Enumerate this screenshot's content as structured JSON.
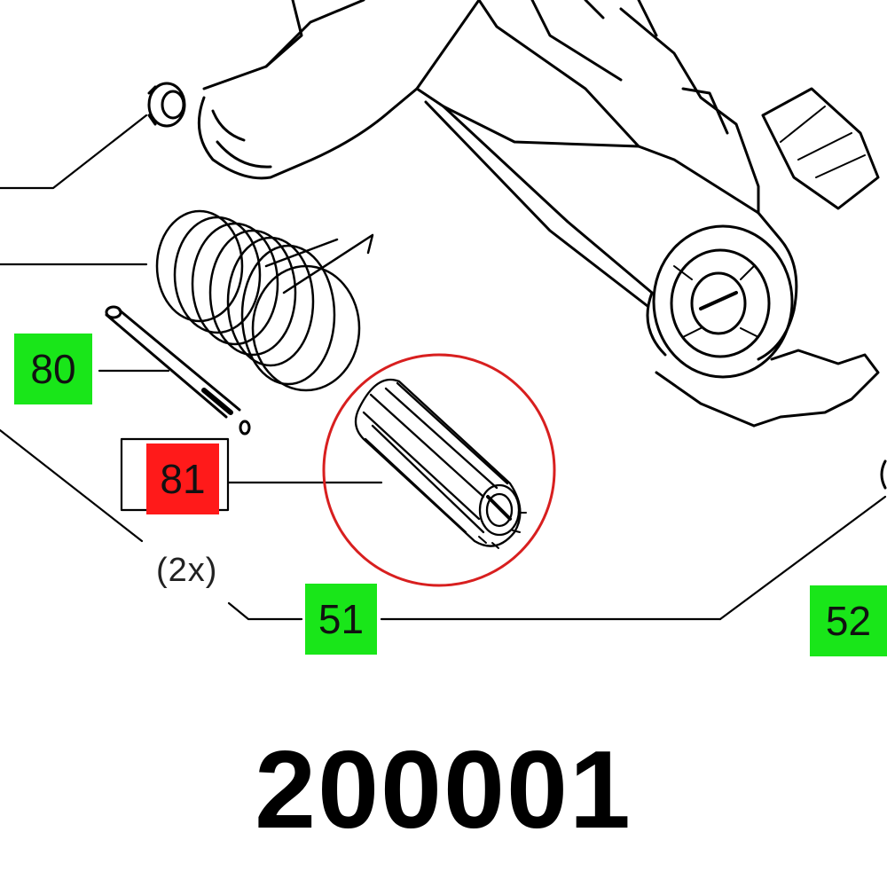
{
  "callouts": {
    "c80": {
      "text": "80",
      "color": "#19e619"
    },
    "c81": {
      "text": "81",
      "color": "#ff1a1a"
    },
    "c51": {
      "text": "51",
      "color": "#19e619"
    },
    "c52": {
      "text": "52",
      "color": "#19e619"
    }
  },
  "quantity_note": "(2x)",
  "part_number": "200001",
  "highlight_color": "#d81f1f"
}
